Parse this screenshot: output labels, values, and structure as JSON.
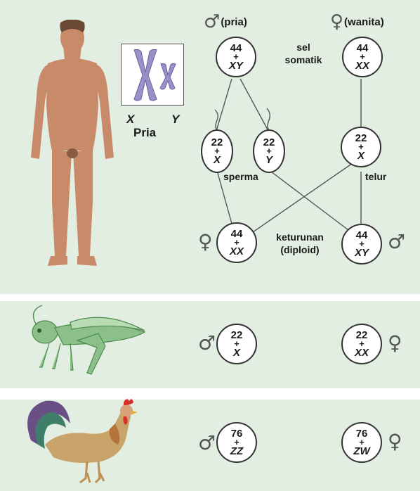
{
  "human": {
    "male_header": "(pria)",
    "female_header": "(wanita)",
    "somatic_label": "sel\nsomatik",
    "karyotype": {
      "x_label": "X",
      "y_label": "Y",
      "caption": "Pria"
    },
    "parent_male": {
      "autosomes": "44",
      "plus": "+",
      "sex": "XY"
    },
    "parent_female": {
      "autosomes": "44",
      "plus": "+",
      "sex": "XX"
    },
    "sperm_x": {
      "autosomes": "22",
      "plus": "+",
      "sex": "X"
    },
    "sperm_y": {
      "autosomes": "22",
      "plus": "+",
      "sex": "Y"
    },
    "egg": {
      "autosomes": "22",
      "plus": "+",
      "sex": "X"
    },
    "sperm_label": "sperma",
    "egg_label": "telur",
    "offspring_label": "keturunan\n(diploid)",
    "offspring_female": {
      "autosomes": "44",
      "plus": "+",
      "sex": "XX"
    },
    "offspring_male": {
      "autosomes": "44",
      "plus": "+",
      "sex": "XY"
    }
  },
  "grasshopper": {
    "male": {
      "autosomes": "22",
      "plus": "+",
      "sex": "X"
    },
    "female": {
      "autosomes": "22",
      "plus": "+",
      "sex": "XX"
    }
  },
  "chicken": {
    "male": {
      "autosomes": "76",
      "plus": "+",
      "sex": "ZZ"
    },
    "female": {
      "autosomes": "76",
      "plus": "+",
      "sex": "ZW"
    }
  },
  "symbols": {
    "male": "♂",
    "female": "♀"
  },
  "colors": {
    "panel_bg": "#e2eee2",
    "skin": "#c98a6a",
    "chromosome": "#9a8fc6",
    "grasshopper": "#8cc08a"
  }
}
